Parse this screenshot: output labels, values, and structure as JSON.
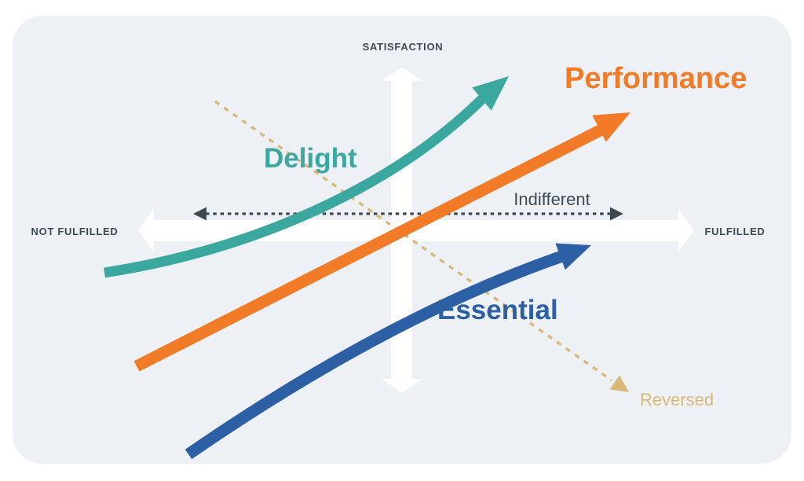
{
  "page": {
    "background_color": "#ffffff",
    "card_color": "#edf1f6"
  },
  "axes": {
    "vertical_label": "SATISFACTION",
    "left_label": "NOT FULFILLED",
    "right_label": "FULFILLED",
    "axis_color": "#ffffff",
    "label_color": "#3d4a55"
  },
  "curves": [
    {
      "label": "Delight",
      "color": "#3aa89e",
      "shape": "exponential-rising"
    },
    {
      "label": "Performance",
      "color": "#f27b27",
      "shape": "linear-rising"
    },
    {
      "label": "Essential",
      "color": "#2d5fa5",
      "shape": "logarithmic-rising"
    }
  ],
  "reference_lines": [
    {
      "label": "Indifferent",
      "color": "#3d4a55",
      "style": "dashed",
      "orientation": "horizontal-double-arrow"
    },
    {
      "label": "Reversed",
      "color": "#d9b878",
      "style": "dotted",
      "orientation": "diagonal-descending-arrow"
    }
  ]
}
